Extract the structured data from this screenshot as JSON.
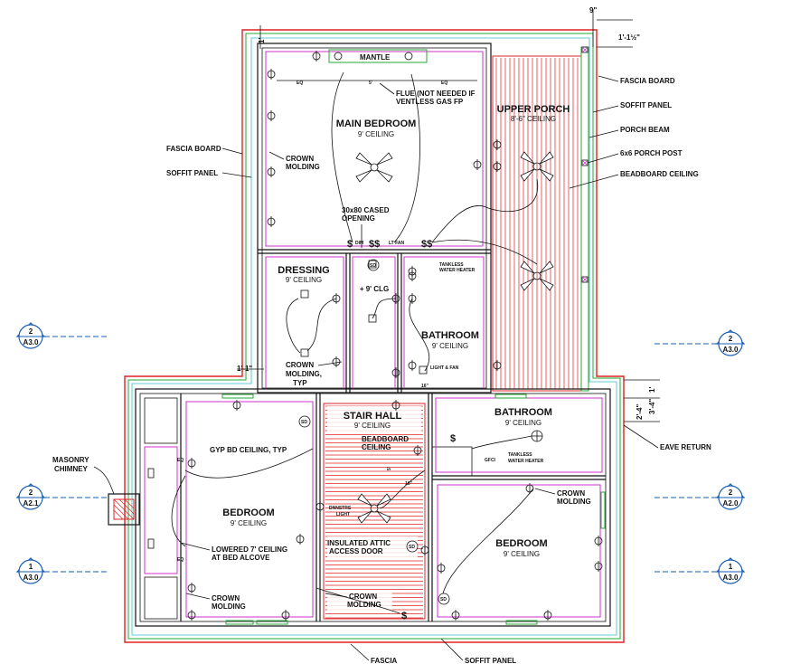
{
  "rooms": {
    "main_bedroom": {
      "name": "MAIN BEDROOM",
      "ceiling": "9' CEILING"
    },
    "upper_porch": {
      "name": "UPPER PORCH",
      "ceiling": "8'-6\" CEILING"
    },
    "dressing": {
      "name": "DRESSING",
      "ceiling": "9' CEILING"
    },
    "closet": {
      "ceiling": "+ 9' CLG"
    },
    "bath_upper": {
      "name": "BATHROOM",
      "ceiling": "9' CEILING"
    },
    "stair_hall": {
      "name": "STAIR HALL",
      "ceiling": "9' CEILING"
    },
    "bath_lower": {
      "name": "BATHROOM",
      "ceiling": "9' CEILING"
    },
    "bedroom_left": {
      "name": "BEDROOM",
      "ceiling": "9' CEILING"
    },
    "bedroom_right": {
      "name": "BEDROOM",
      "ceiling": "9' CEILING"
    }
  },
  "notes": {
    "mantle": "MANTLE",
    "eq": "EQ",
    "five_ft": "5'",
    "flue_1": "FLUE (NOT NEEDED IF",
    "flue_2": "VENTLESS GAS FP",
    "crown_1": "CROWN",
    "crown_2": "MOLDING",
    "cased_1": "30x80 CASED",
    "cased_2": "OPENING",
    "crown_typ_1": "CROWN",
    "crown_typ_2": "MOLDING,",
    "crown_typ_3": "TYP",
    "tankless_1": "TANKLESS",
    "tankless_2": "WATER HEATER",
    "light_fan": "LIGHT & FAN",
    "gyp": "GYP BD CEILING, TYP",
    "lowered_1": "LOWERED 7' CEILING",
    "lowered_2": "AT BED ALCOVE",
    "crown_bl_1": "CROWN",
    "crown_bl_2": "MOLDING",
    "beadboard_1": "BEADBOARD",
    "beadboard_2": "CEILING",
    "attic_1": "INSULATED ATTIC",
    "attic_2": "ACCESS DOOR",
    "crown_sh_1": "CROWN",
    "crown_sh_2": "MOLDING",
    "dnstrs_1": "DNNSTRS",
    "dnstrs_2": "LIGHT",
    "crown_br_1": "CROWN",
    "crown_br_2": "MOLDING",
    "tankless_b_1": "TANKLESS",
    "tankless_b_2": "WATER HEATER",
    "gfci": "GFCI",
    "sd": "SD",
    "dim": "DIM",
    "lt_fan": "LT FAN",
    "dim_16": "16\"",
    "dim_18": "18\"",
    "dim_5": "5'"
  },
  "callouts": {
    "fascia_board_right": "FASCIA BOARD",
    "soffit_panel_right": "SOFFIT PANEL",
    "porch_beam": "PORCH BEAM",
    "porch_post": "6x6 PORCH POST",
    "beadboard_ceiling": "BEADBOARD CEILING",
    "fascia_board_left": "FASCIA BOARD",
    "soffit_panel_left": "SOFFIT PANEL",
    "masonry_1": "MASONRY",
    "masonry_2": "CHIMNEY",
    "eave_return": "EAVE RETURN",
    "fascia_bottom": "FASCIA",
    "soffit_bottom": "SOFFIT PANEL"
  },
  "dimensions": {
    "top_1": "9\"",
    "top_2": "1'-1½\"",
    "left_1": "1'",
    "left_2": "1'-1\"",
    "right_1": "1'",
    "right_2": "2'-4\"",
    "right_3": "3'-4\""
  },
  "section_tags": [
    {
      "number": "2",
      "sheet": "A3.0"
    },
    {
      "number": "2",
      "sheet": "A3.0"
    },
    {
      "number": "2",
      "sheet": "A2.1"
    },
    {
      "number": "2",
      "sheet": "A2.0"
    },
    {
      "number": "1",
      "sheet": "A3.0"
    },
    {
      "number": "1",
      "sheet": "A3.0"
    }
  ],
  "colors": {
    "wall": "#111111",
    "interior_line": "#cc33cc",
    "roof_edge": "#e02020",
    "green_line": "#22aa33",
    "cyan_line": "#33bbcc",
    "hatch": "#e02020",
    "section_tag": "#1a5fb4"
  }
}
